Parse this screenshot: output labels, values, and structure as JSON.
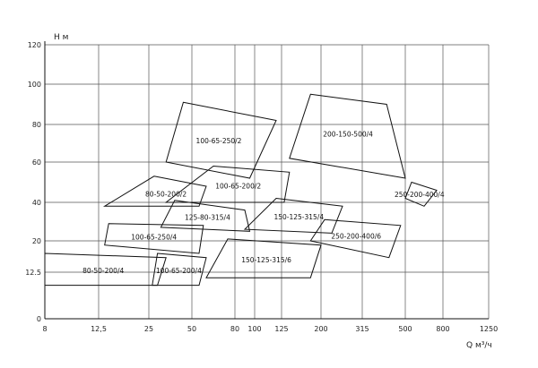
{
  "chart_data": {
    "type": "diagram",
    "ylabel": "H м",
    "xlabel": "Q м³/ч",
    "y_ticks": [
      0,
      12.5,
      20,
      40,
      60,
      80,
      100,
      120
    ],
    "x_ticks": [
      "8",
      "12,5",
      "25",
      "50",
      "80",
      "100",
      "125",
      "200",
      "315",
      "500",
      "800",
      "1250"
    ],
    "grid": true,
    "pump_fields": [
      {
        "name": "100-65-250/2",
        "q": [
          45,
          120,
          95,
          35
        ],
        "h": [
          91,
          82,
          52,
          60
        ]
      },
      {
        "name": "200-150-500/4",
        "q": [
          180,
          420,
          500,
          140
        ],
        "h": [
          95,
          90,
          52,
          62
        ]
      },
      {
        "name": "250-200-400/4",
        "q": [
          550,
          750,
          650,
          500
        ],
        "h": [
          50,
          46,
          38,
          42
        ]
      },
      {
        "name": "80-50-200/2",
        "q": [
          28,
          60,
          55,
          14
        ],
        "h": [
          53,
          48,
          38,
          38
        ]
      },
      {
        "name": "100-65-200/2",
        "q": [
          65,
          140,
          130,
          35
        ],
        "h": [
          58,
          55,
          40,
          40
        ]
      },
      {
        "name": "125-80-315/4",
        "q": [
          40,
          90,
          95,
          32
        ],
        "h": [
          41,
          36,
          25,
          27
        ]
      },
      {
        "name": "150-125-315/4",
        "q": [
          120,
          260,
          230,
          90
        ],
        "h": [
          42,
          38,
          24,
          26
        ]
      },
      {
        "name": "250-200-400/6",
        "q": [
          210,
          480,
          430,
          180
        ],
        "h": [
          31,
          28,
          16,
          20
        ]
      },
      {
        "name": "100-65-250/4",
        "q": [
          15,
          58,
          55,
          14
        ],
        "h": [
          29,
          28,
          17,
          19
        ]
      },
      {
        "name": "80-50-200/4",
        "q": [
          8,
          35,
          30,
          8
        ],
        "h": [
          17,
          16,
          9,
          9
        ]
      },
      {
        "name": "100-65-200/4",
        "q": [
          30,
          60,
          55,
          27
        ],
        "h": [
          17,
          16,
          9,
          9
        ]
      },
      {
        "name": "150-125-315/6",
        "q": [
          75,
          200,
          180,
          60
        ],
        "h": [
          21,
          19,
          11,
          11
        ]
      }
    ]
  }
}
